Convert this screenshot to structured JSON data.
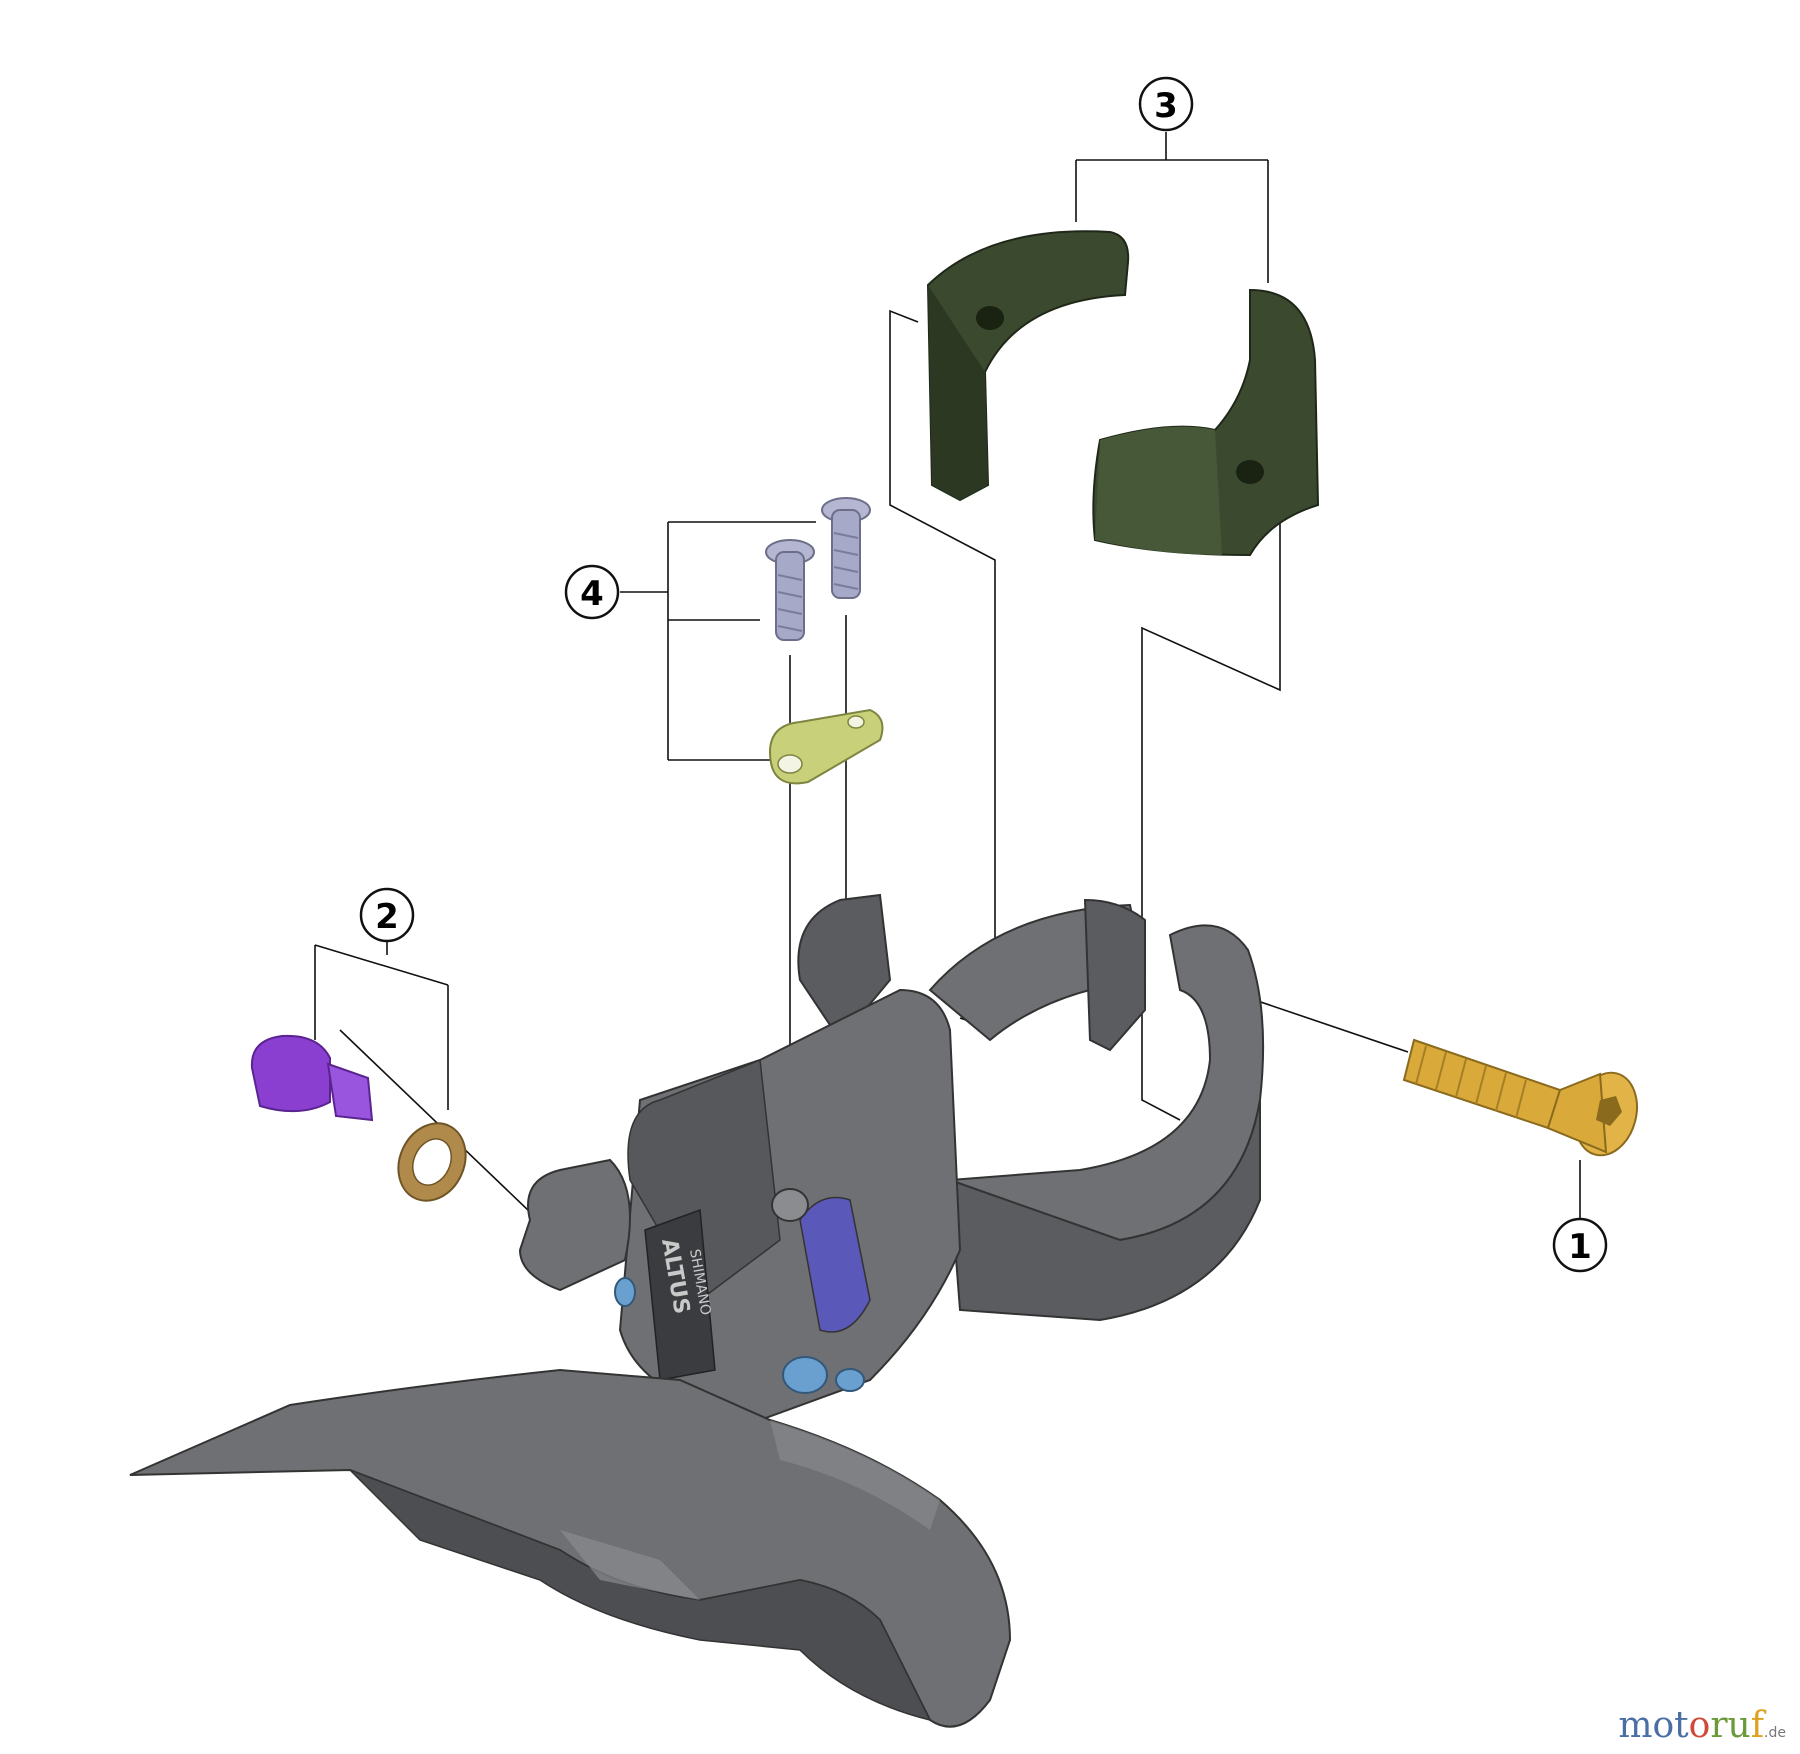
{
  "diagram": {
    "callouts": [
      {
        "id": "1",
        "label": "1"
      },
      {
        "id": "2",
        "label": "2"
      },
      {
        "id": "3",
        "label": "3"
      },
      {
        "id": "4",
        "label": "4"
      }
    ],
    "brand_text": "SHIMANO",
    "model_text": "ALTUS"
  },
  "watermark": {
    "parts": [
      "mot",
      "o",
      "ru",
      "f"
    ],
    "suffix": ".de"
  },
  "colors": {
    "line": "#111111",
    "derailleur": "#6e7073",
    "derailleur_dark": "#4c4e51",
    "shim": "#3b4a2e",
    "screw_purple": "#8a3fd1",
    "washer": "#b08a4a",
    "bolt_gold": "#d9a93a",
    "small_screws": "#a7a9c9",
    "cable_plate": "#c8d07a",
    "accent_blue": "#5a58b8",
    "limit_blue": "#6aa0cf"
  }
}
